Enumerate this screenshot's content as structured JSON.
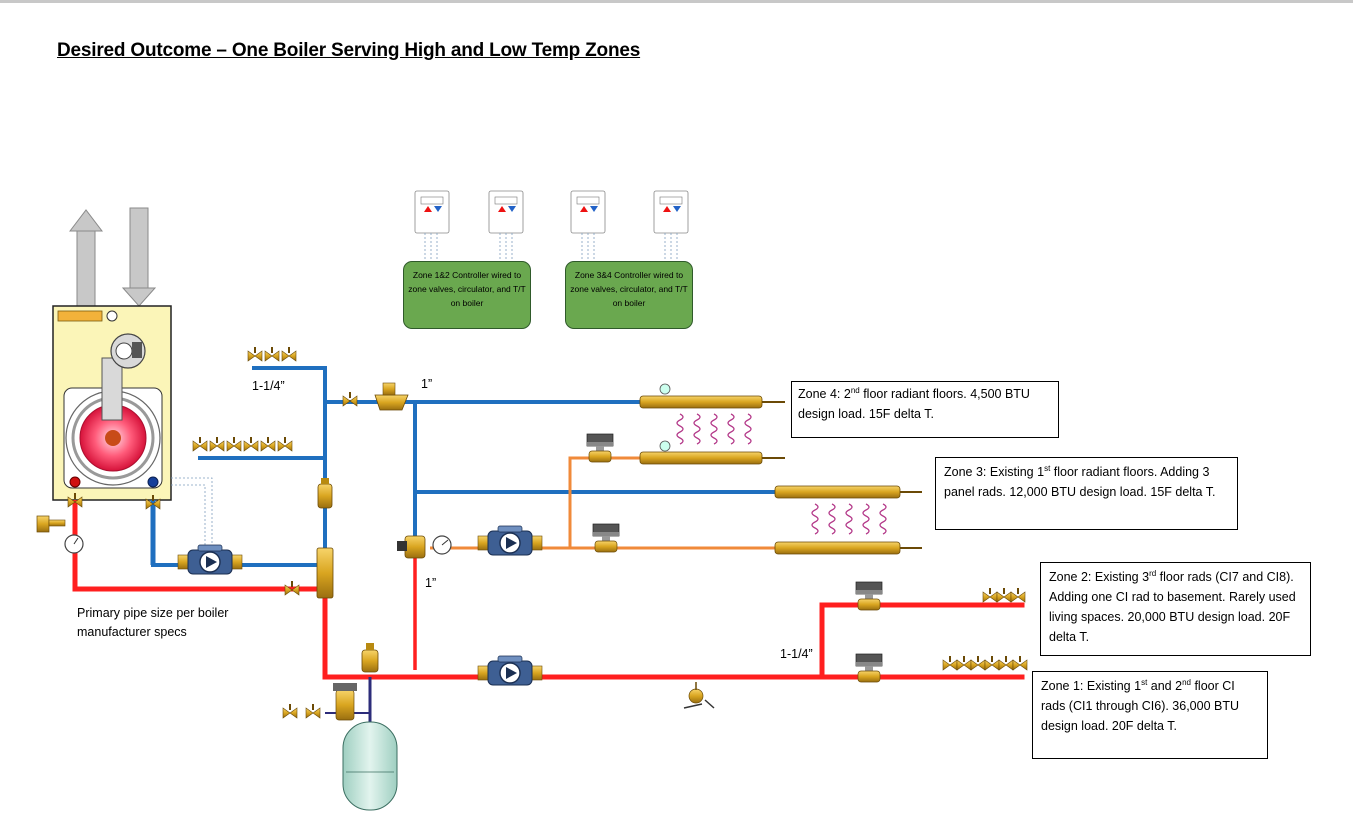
{
  "title": "Desired Outcome – One Boiler Serving High and Low Temp Zones",
  "controllers": [
    {
      "text": "Zone 1&2 Controller wired to zone valves, circulator, and T/T on boiler"
    },
    {
      "text": "Zone 3&4 Controller wired to zone valves, circulator, and T/T on boiler"
    }
  ],
  "zones": {
    "zone4": {
      "prefix": "Zone 4: 2",
      "sup": "nd",
      "rest": " floor radiant floors.  4,500 BTU design load.  15F delta T."
    },
    "zone3": {
      "prefix": "Zone 3: Existing 1",
      "sup": "st",
      "rest": " floor radiant floors. Adding 3 panel rads. 12,000 BTU design load.  15F delta T."
    },
    "zone2": {
      "prefix": "Zone 2: Existing 3",
      "sup": "rd",
      "rest": " floor rads (CI7 and CI8).  Adding one CI rad to basement.  Rarely used living spaces. 20,000 BTU design load.  20F delta T."
    },
    "zone1": {
      "prefix": "Zone 1: Existing 1",
      "sup1": "st",
      "mid": " and 2",
      "sup2": "nd",
      "rest": " floor CI rads (CI1 through CI6). 36,000 BTU design load.  20F delta T."
    }
  },
  "pipe_labels": {
    "supply_left": "1-1/4”",
    "supply_top": "1”",
    "mix_return": "1”",
    "zone_branch": "1-1/4”"
  },
  "note": "Primary pipe size per boiler manufacturer specs",
  "colors": {
    "hot": "#ff1f1f",
    "cool": "#1f6fbf",
    "warm": "#f08a3a",
    "controller": "#6aa84f",
    "boiler": "#fbf5b8",
    "brass": "#d9a520",
    "tank": "#c9e6dd"
  }
}
